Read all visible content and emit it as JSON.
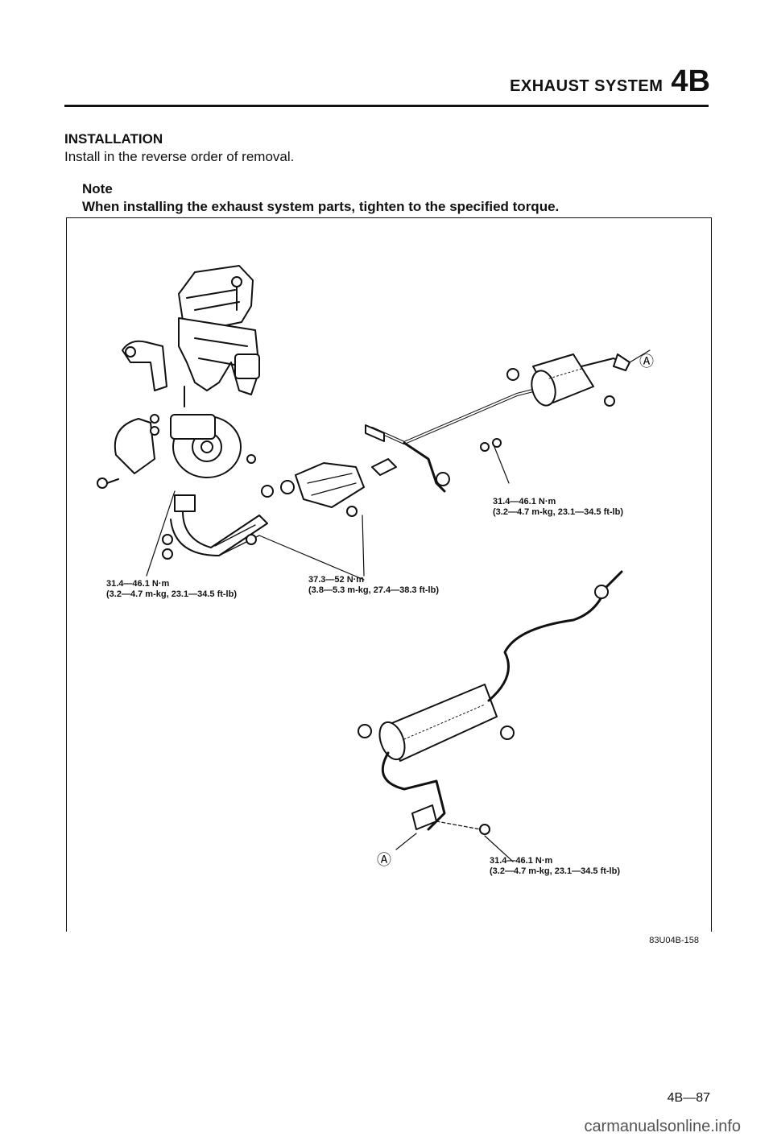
{
  "header": {
    "title": "EXHAUST SYSTEM",
    "code": "4B"
  },
  "section": {
    "title": "INSTALLATION",
    "text": "Install in the reverse order of removal."
  },
  "note": {
    "title": "Note",
    "text": "When installing the exhaust system parts, tighten to the specified torque."
  },
  "torques": {
    "front_right": {
      "nm": "31.4—46.1 N·m",
      "alt": "(3.2—4.7 m-kg, 23.1—34.5 ft-lb)"
    },
    "left": {
      "nm": "31.4—46.1 N·m",
      "alt": "(3.2—4.7 m-kg, 23.1—34.5 ft-lb)"
    },
    "center": {
      "nm": "37.3—52 N·m",
      "alt": "(3.8—5.3 m-kg, 27.4—38.3 ft-lb)"
    },
    "rear": {
      "nm": "31.4—46.1 N·m",
      "alt": "(3.2—4.7 m-kg, 23.1—34.5 ft-lb)"
    }
  },
  "markers": {
    "a": "Ⓐ"
  },
  "figure_id": "83U04B-158",
  "page_number": "4B—87",
  "watermark": "carmanualsonline.info"
}
